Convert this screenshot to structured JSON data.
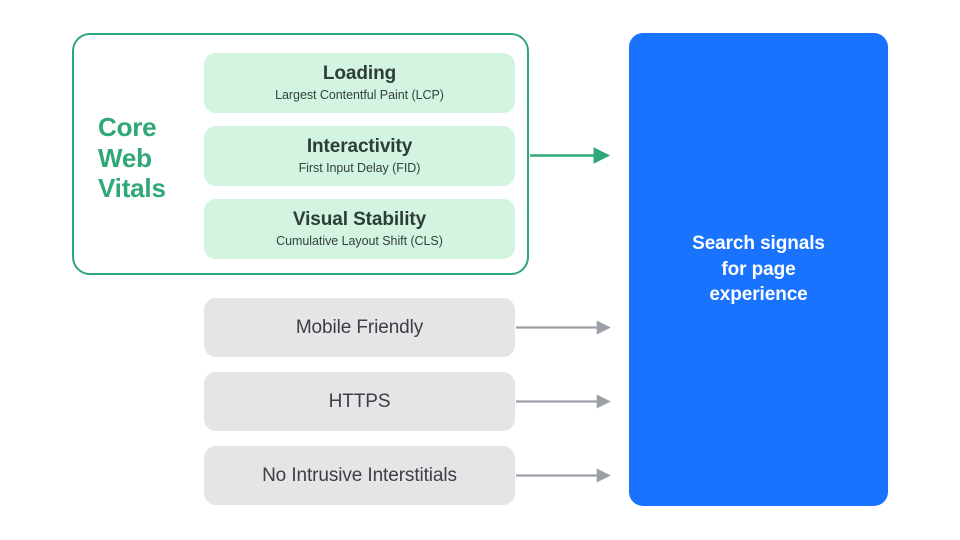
{
  "diagram": {
    "title_group": {
      "label_lines": [
        "Core",
        "Web",
        "Vitals"
      ],
      "label_line1": "Core",
      "label_line2": "Web",
      "label_line3": "Vitals",
      "accent_color": "#2FA877"
    },
    "core_web_vitals": [
      {
        "title": "Loading",
        "subtitle": "Largest Contentful Paint (LCP)",
        "fill_color": "#D2F4E0"
      },
      {
        "title": "Interactivity",
        "subtitle": "First Input Delay (FID)",
        "fill_color": "#D2F4E0"
      },
      {
        "title": "Visual Stability",
        "subtitle": "Cumulative Layout Shift (CLS)",
        "fill_color": "#D2F4E0"
      }
    ],
    "other_signals": [
      {
        "title": "Mobile Friendly",
        "fill_color": "#E5E5E7"
      },
      {
        "title": "HTTPS",
        "fill_color": "#E5E5E7"
      },
      {
        "title": "No Intrusive Interstitials",
        "fill_color": "#E5E5E7"
      }
    ],
    "output_panel": {
      "text": "Search signals\nfor page\nexperience",
      "fill_color": "#1A73FE",
      "text_color": "#FFFFFF"
    },
    "connectors": {
      "core_arrow_color": "#2FA877",
      "signal_arrow_color": "#9AA0A6"
    }
  }
}
